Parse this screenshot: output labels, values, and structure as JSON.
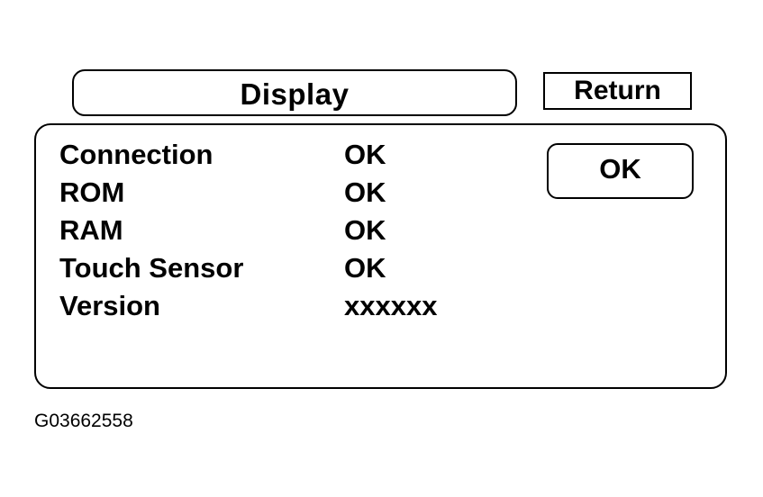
{
  "header": {
    "title": "Display",
    "return_label": "Return"
  },
  "status": {
    "rows": [
      {
        "label": "Connection",
        "value": "OK"
      },
      {
        "label": "ROM",
        "value": "OK"
      },
      {
        "label": "RAM",
        "value": "OK"
      },
      {
        "label": "Touch Sensor",
        "value": "OK"
      },
      {
        "label": "Version",
        "value": "xxxxxx"
      }
    ]
  },
  "actions": {
    "ok_label": "OK"
  },
  "footer": {
    "figure_id": "G03662558"
  },
  "colors": {
    "background": "#ffffff",
    "foreground": "#000000"
  }
}
